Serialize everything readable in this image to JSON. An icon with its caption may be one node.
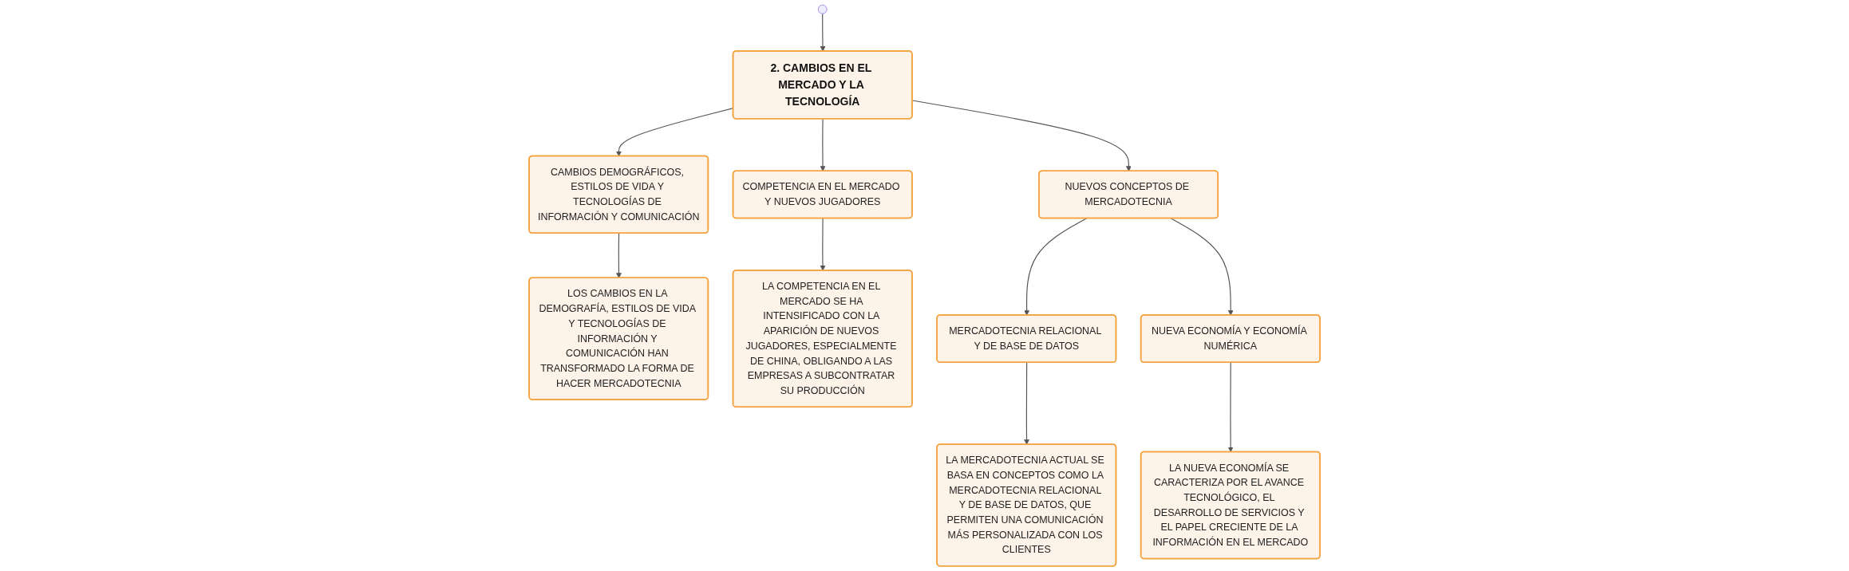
{
  "diagram": {
    "nodes": [
      {
        "text": [
          "2. CAMBIOS EN EL MERCADO Y LA TECNOLOGÍA"
        ]
      },
      {
        "text": [
          "CAMBIOS DEMOGRÁFICOS, ESTILOS DE VIDA Y TECNOLOGÍAS DE INFORMACIÓN Y COMUNICACIÓN"
        ]
      },
      {
        "text": [
          "COMPETENCIA EN EL MERCADO Y NUEVOS JUGADORES"
        ]
      },
      {
        "text": [
          "NUEVOS CONCEPTOS DE MERCADOTECNIA"
        ]
      },
      {
        "text": [
          "LOS CAMBIOS EN LA DEMOGRAFÍA, ESTILOS DE VIDA Y TECNOLOGÍAS DE INFORMACIÓN Y COMUNICACIÓN HAN TRANSFORMADO LA FORMA DE HACER MERCADOTECNIA"
        ]
      },
      {
        "text": [
          "LA COMPETENCIA EN EL MERCADO SE HA INTENSIFICADO CON LA APARICIÓN DE NUEVOS JUGADORES, ESPECIALMENTE DE CHINA, OBLIGANDO A LAS EMPRESAS A SUBCONTRATAR SU PRODUCCIÓN"
        ]
      },
      {
        "text": [
          "MERCADOTECNIA RELACIONAL Y DE BASE DE DATOS"
        ]
      },
      {
        "text": [
          "NUEVA ECONOMÍA Y ECONOMÍA NUMÉRICA"
        ]
      },
      {
        "text": [
          "LA MERCADOTECNIA ACTUAL SE BASA EN CONCEPTOS COMO LA MERCADOTECNIA RELACIONAL Y DE BASE DE DATOS, QUE PERMITEN UNA COMUNICACIÓN MÁS PERSONALIZADA CON LOS CLIENTES"
        ]
      },
      {
        "text": [
          "LA NUEVA ECONOMÍA SE CARACTERIZA POR EL AVANCE TECNOLÓGICO, EL DESARROLLO DE SERVICIOS Y EL PAPEL CRECIENTE DE LA INFORMACIÓN EN EL MERCADO"
        ]
      }
    ],
    "edges": [
      {
        "from": null,
        "to": 0,
        "arrow": "to"
      },
      {
        "from": 0,
        "to": 1,
        "arrow": "to"
      },
      {
        "from": 0,
        "to": 2,
        "arrow": "to"
      },
      {
        "from": 0,
        "to": 3,
        "arrow": "to"
      },
      {
        "from": 1,
        "to": 4,
        "arrow": "to"
      },
      {
        "from": 2,
        "to": 5,
        "arrow": "to"
      },
      {
        "from": 3,
        "to": 6,
        "arrow": "to"
      },
      {
        "from": 3,
        "to": 7,
        "arrow": "to"
      },
      {
        "from": 6,
        "to": 8,
        "arrow": "to"
      },
      {
        "from": 7,
        "to": 9,
        "arrow": "to"
      }
    ]
  }
}
